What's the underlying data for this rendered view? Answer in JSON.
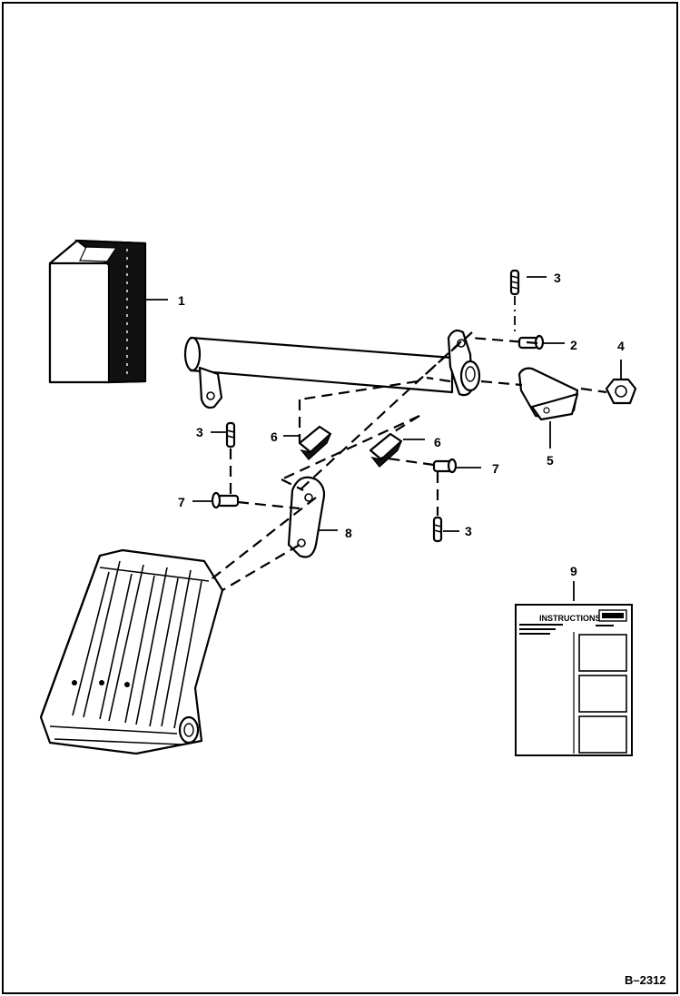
{
  "figure": {
    "id": "B–2312"
  },
  "callouts": [
    {
      "id": "c1",
      "label": "1"
    },
    {
      "id": "c2",
      "label": "2"
    },
    {
      "id": "c3a",
      "label": "3"
    },
    {
      "id": "c3b",
      "label": "3"
    },
    {
      "id": "c3c",
      "label": "3"
    },
    {
      "id": "c4",
      "label": "4"
    },
    {
      "id": "c5",
      "label": "5"
    },
    {
      "id": "c6a",
      "label": "6"
    },
    {
      "id": "c6b",
      "label": "6"
    },
    {
      "id": "c7a",
      "label": "7"
    },
    {
      "id": "c7b",
      "label": "7"
    },
    {
      "id": "c8",
      "label": "8"
    },
    {
      "id": "c9",
      "label": "9"
    }
  ],
  "decal": {
    "title": "INSTRUCTIONS"
  }
}
